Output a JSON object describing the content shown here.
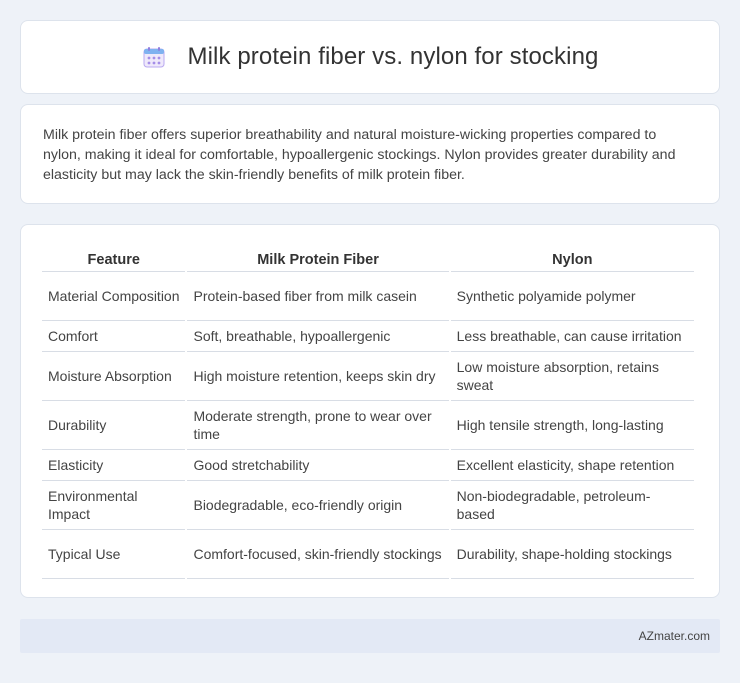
{
  "header": {
    "title": "Milk protein fiber vs. nylon for stocking",
    "icon": "calendar-icon"
  },
  "intro": {
    "text": "Milk protein fiber offers superior breathability and natural moisture-wicking properties compared to nylon, making it ideal for comfortable, hypoallergenic stockings. Nylon provides greater durability and elasticity but may lack the skin-friendly benefits of milk protein fiber."
  },
  "table": {
    "headers": [
      "Feature",
      "Milk Protein Fiber",
      "Nylon"
    ],
    "rows": [
      [
        "Material Composition",
        "Protein-based fiber from milk casein",
        "Synthetic polyamide polymer"
      ],
      [
        "Comfort",
        "Soft, breathable, hypoallergenic",
        "Less breathable, can cause irritation"
      ],
      [
        "Moisture Absorption",
        "High moisture retention, keeps skin dry",
        "Low moisture absorption, retains sweat"
      ],
      [
        "Durability",
        "Moderate strength, prone to wear over time",
        "High tensile strength, long-lasting"
      ],
      [
        "Elasticity",
        "Good stretchability",
        "Excellent elasticity, shape retention"
      ],
      [
        "Environmental Impact",
        "Biodegradable, eco-friendly origin",
        "Non-biodegradable, petroleum-based"
      ],
      [
        "Typical Use",
        "Comfort-focused, skin-friendly stockings",
        "Durability, shape-holding stockings"
      ]
    ]
  },
  "footer": {
    "brand": "AZmater.com"
  },
  "colors": {
    "background": "#eef2f8",
    "card": "#ffffff",
    "footer": "#e3e9f5",
    "icon_accent": "#8f7fe0"
  }
}
